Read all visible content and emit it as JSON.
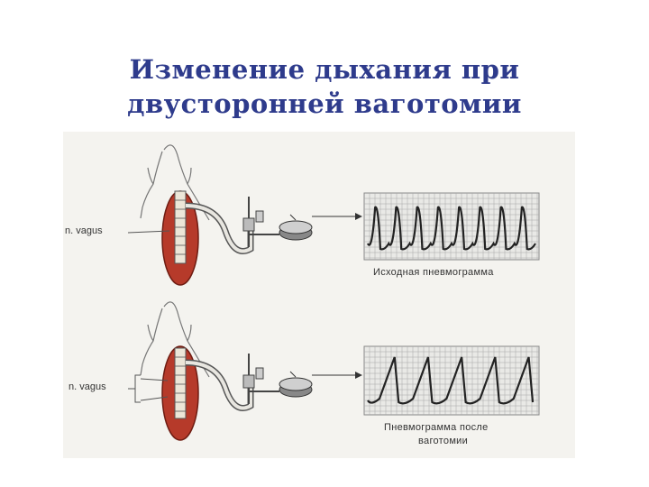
{
  "title": {
    "line1": "Изменение дыхания при",
    "line2": "двусторонней ваготомии"
  },
  "panels": [
    {
      "nerve_label": "n. vagus",
      "caption": "Исходная пневмограмма",
      "trace": {
        "cycles": 8,
        "amplitude": 1.0,
        "waveform": "frequent-shallow"
      }
    },
    {
      "nerve_label": "n. vagus",
      "caption_line1": "Пневмограмма после",
      "caption_line2": "ваготомии",
      "trace": {
        "cycles": 5,
        "amplitude": 1.0,
        "waveform": "slow-deep"
      }
    }
  ],
  "colors": {
    "title": "#2e3b8c",
    "tissue": "#b63a2a",
    "grid": "#9a9a9a",
    "trace": "#222222"
  }
}
